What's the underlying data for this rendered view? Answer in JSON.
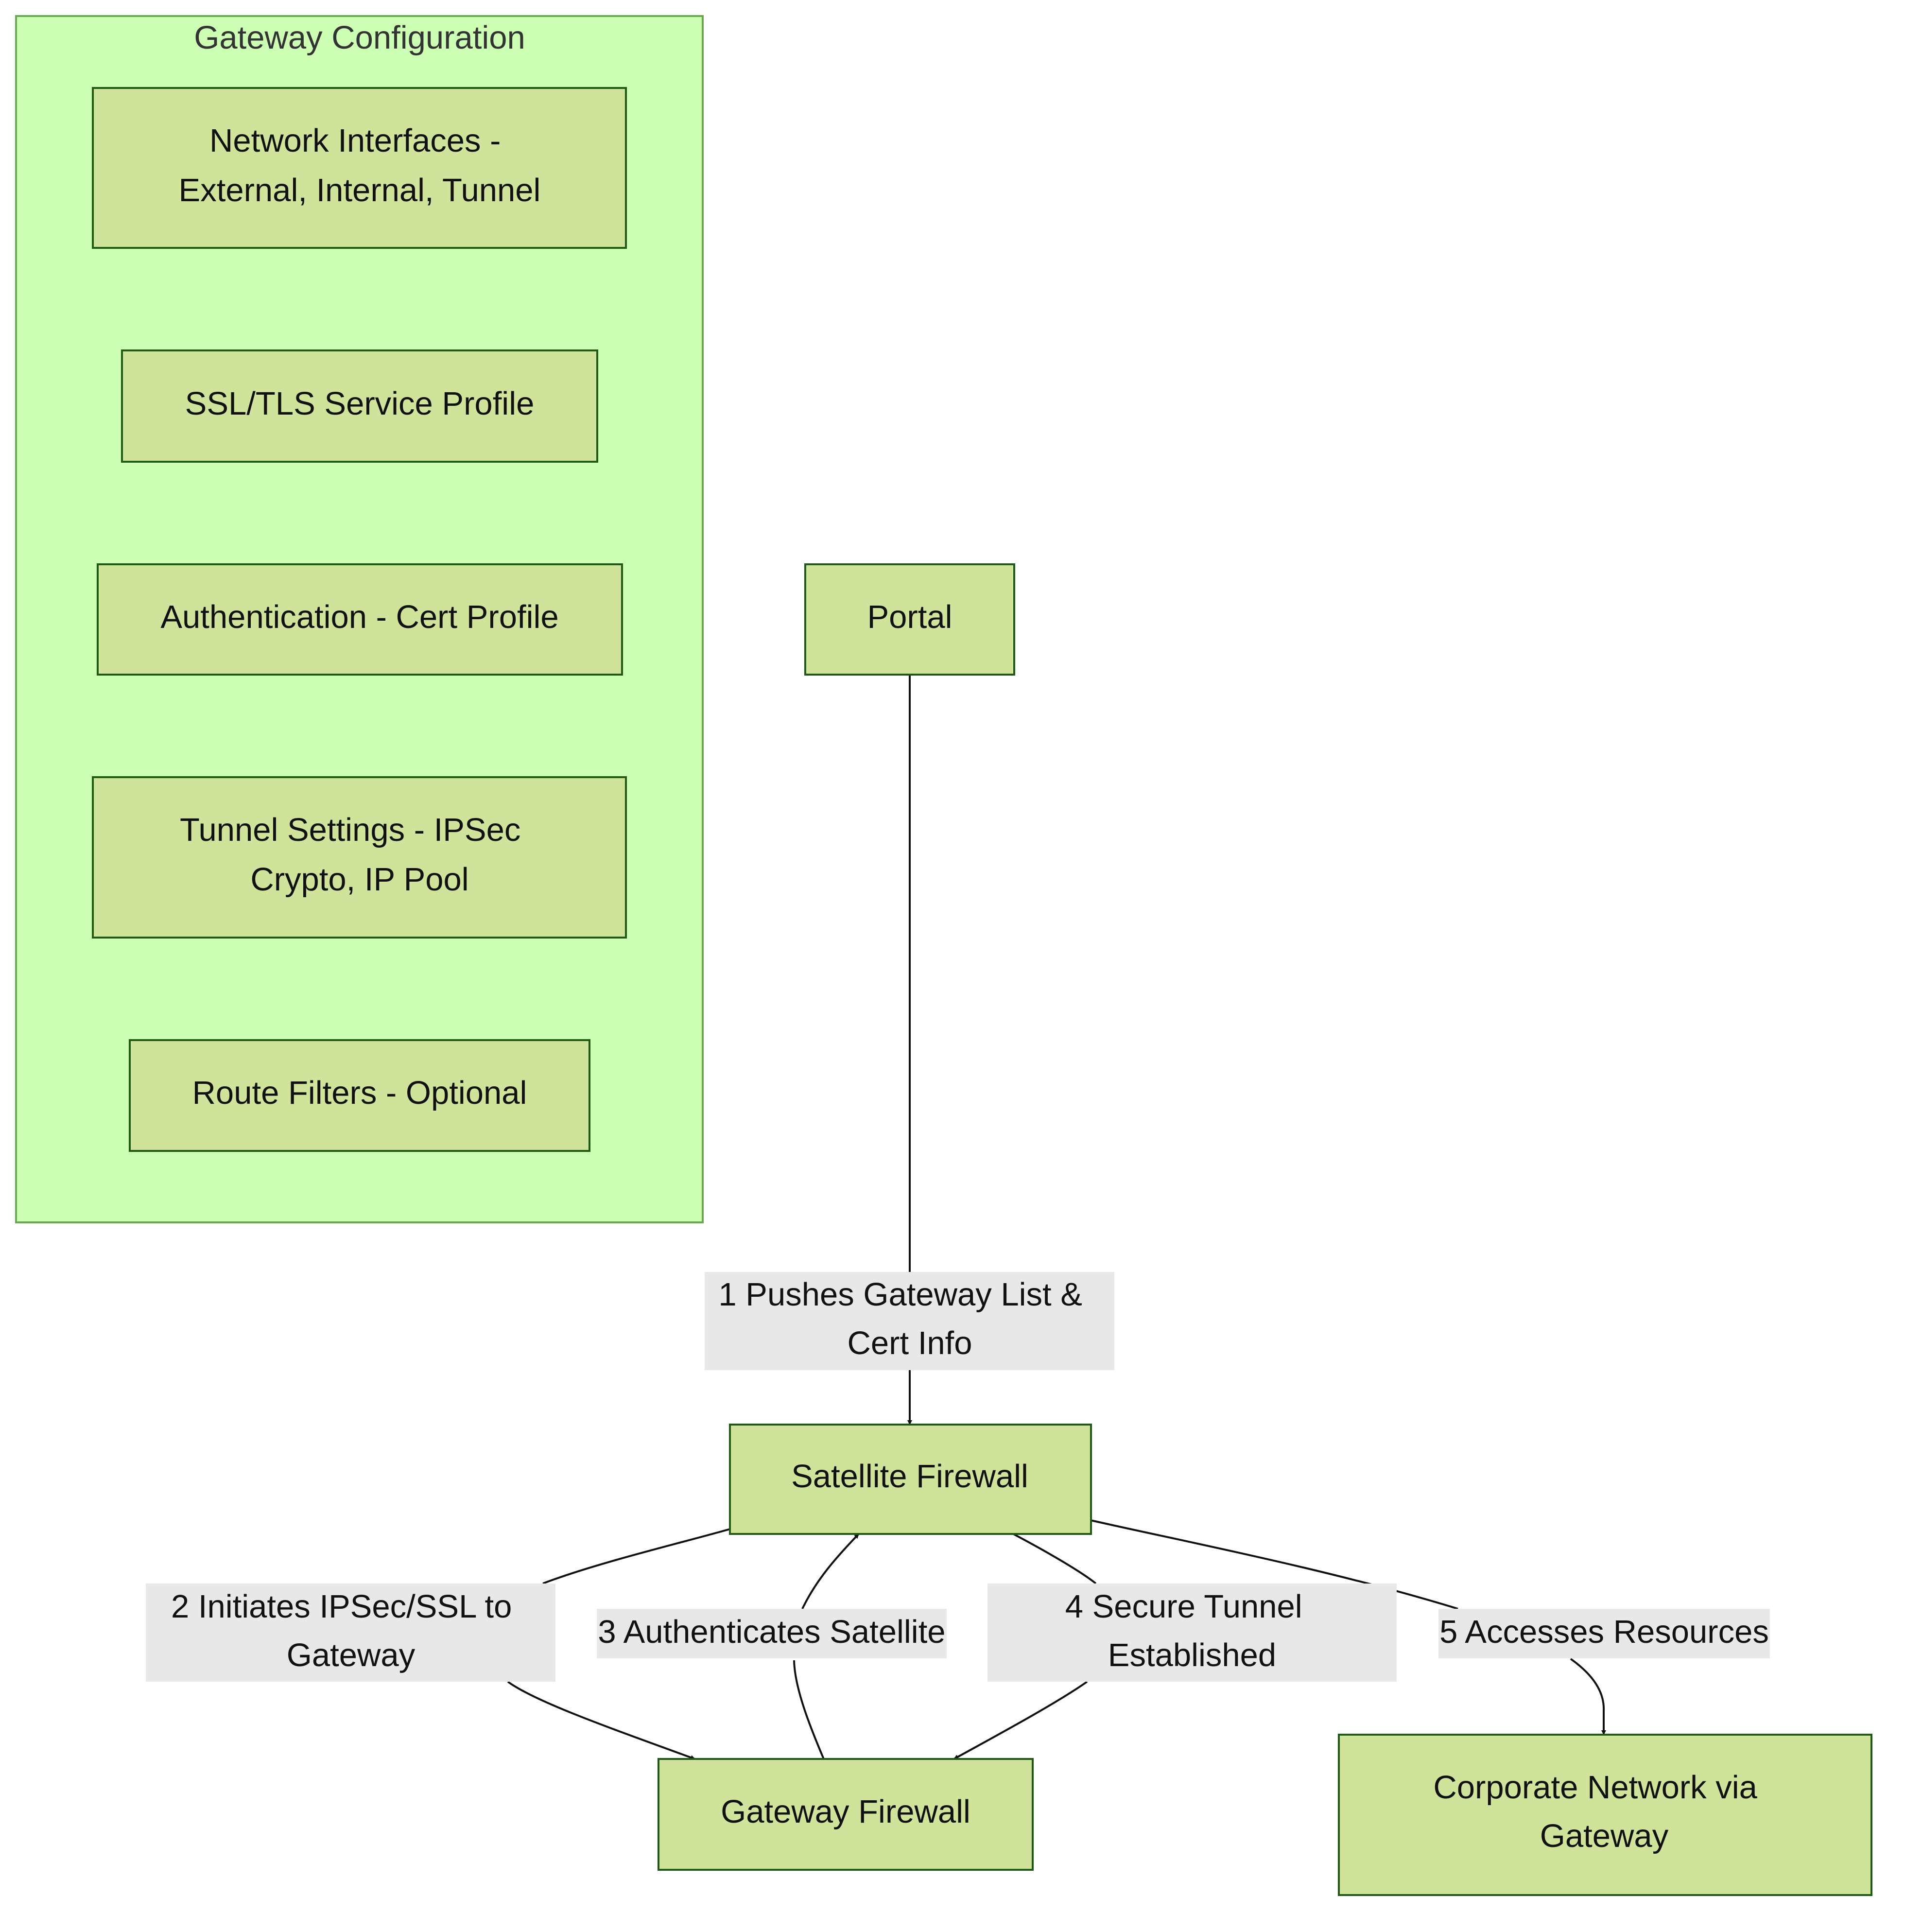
{
  "cluster": {
    "title": "Gateway Configuration"
  },
  "nodes": {
    "network_interfaces": [
      "Network Interfaces -",
      "External, Internal, Tunnel"
    ],
    "ssl_tls": [
      "SSL/TLS Service Profile"
    ],
    "authentication": [
      "Authentication - Cert Profile"
    ],
    "tunnel_settings": [
      "Tunnel Settings - IPSec",
      "Crypto, IP Pool"
    ],
    "route_filters": [
      "Route Filters - Optional"
    ],
    "portal": [
      "Portal"
    ],
    "satellite": [
      "Satellite Firewall"
    ],
    "gateway": [
      "Gateway Firewall"
    ],
    "corporate": [
      "Corporate Network via",
      "Gateway"
    ]
  },
  "edges": {
    "e1": [
      "1 Pushes Gateway List &",
      "Cert Info"
    ],
    "e2": [
      "2 Initiates IPSec/SSL to",
      "Gateway"
    ],
    "e3": [
      "3 Authenticates Satellite"
    ],
    "e4": [
      "4 Secure Tunnel",
      "Established"
    ],
    "e5": [
      "5 Accesses Resources"
    ]
  },
  "colors": {
    "cluster_fill": "#ccffb3",
    "cluster_border": "#6aa84f",
    "node_fill": "#cfe39a",
    "node_border": "#1e5a14",
    "edge_label_bg": "#e8e8e8",
    "edge_line": "#111111"
  }
}
